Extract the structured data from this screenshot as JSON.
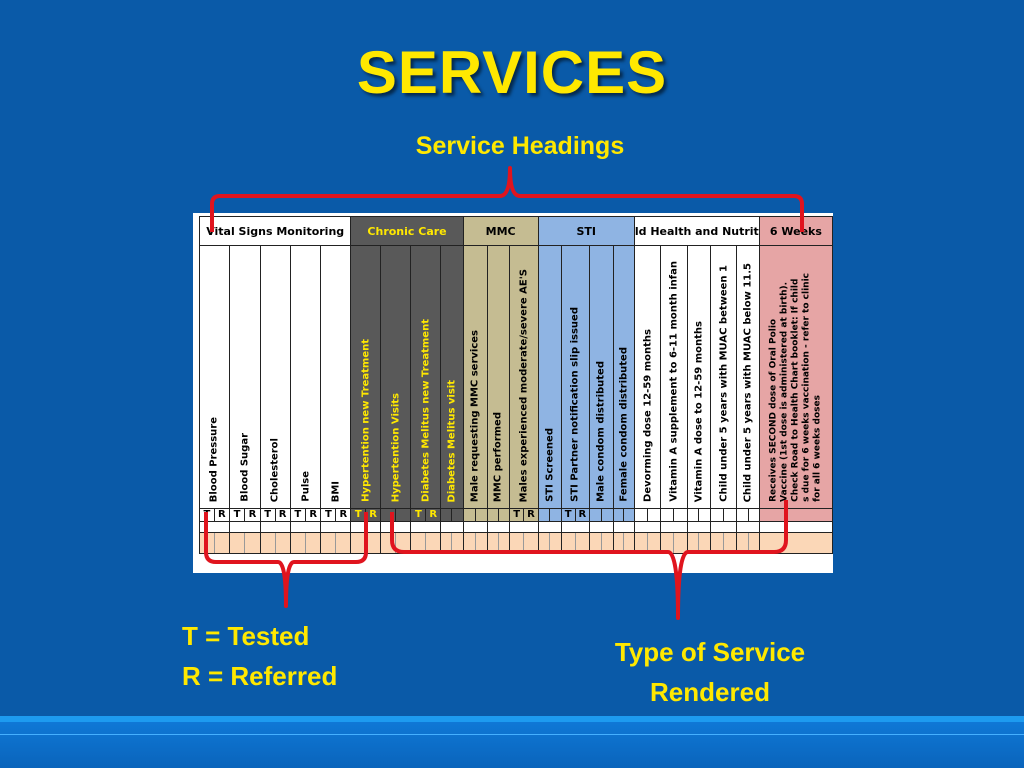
{
  "slide": {
    "title": "SERVICES",
    "callout_headings": "Service Headings",
    "callout_tested": "T = Tested",
    "callout_referred": "R = Referred",
    "callout_type_line1": "Type of Service",
    "callout_type_line2": "Rendered"
  },
  "form": {
    "sections": [
      {
        "label": "Vital Signs Monitoring",
        "group": "vital"
      },
      {
        "label": "Chronic Care",
        "group": "chronic"
      },
      {
        "label": "MMC",
        "group": "mmc"
      },
      {
        "label": "STI",
        "group": "sti"
      },
      {
        "label": "ld Health and Nutrit",
        "group": "child"
      },
      {
        "label": "6 Weeks",
        "group": "weeks"
      }
    ],
    "columns": [
      {
        "label": "Blood Pressure",
        "group": "vital"
      },
      {
        "label": "Blood Sugar",
        "group": "vital"
      },
      {
        "label": "Cholesterol",
        "group": "vital"
      },
      {
        "label": "Pulse",
        "group": "vital"
      },
      {
        "label": "BMI",
        "group": "vital"
      },
      {
        "label": "Hypertention new Treatment",
        "group": "chronic"
      },
      {
        "label": "Hypertention Visits",
        "group": "chronic"
      },
      {
        "label": "Diabetes Melitus new Treatment",
        "group": "chronic"
      },
      {
        "label": "Diabetes Melitus visit",
        "group": "chronic"
      },
      {
        "label": "Male requesting MMC services",
        "group": "mmc"
      },
      {
        "label": "MMC performed",
        "group": "mmc"
      },
      {
        "label": "Males experienced moderate/severe AE'S",
        "group": "mmc"
      },
      {
        "label": "STI Screened",
        "group": "sti"
      },
      {
        "label": "STI Partner notification slip issued",
        "group": "sti"
      },
      {
        "label": "Male condom distributed",
        "group": "sti"
      },
      {
        "label": "Female condom distributed",
        "group": "sti"
      },
      {
        "label": "Devorming dose 12-59 months",
        "group": "child"
      },
      {
        "label": "Vitamin A supplement to 6-11 month infan",
        "group": "child"
      },
      {
        "label": "Vitamin A dose to 12-59 months",
        "group": "child"
      },
      {
        "label": "Child under 5 years with MUAC between 1",
        "group": "child"
      },
      {
        "label": "Child under 5 years with MUAC below 11.5",
        "group": "child"
      },
      {
        "label": "Receives SECOND dose of Oral Polio|Vaccine (1st dose is administered at birth).|Check Road to Health Chart booklet: If child|s due for 6 weeks vaccination - refer to clinic|for all 6 weeks doses",
        "group": "weeks"
      }
    ],
    "tr_codes": {
      "tested": "T",
      "referred": "R"
    }
  }
}
